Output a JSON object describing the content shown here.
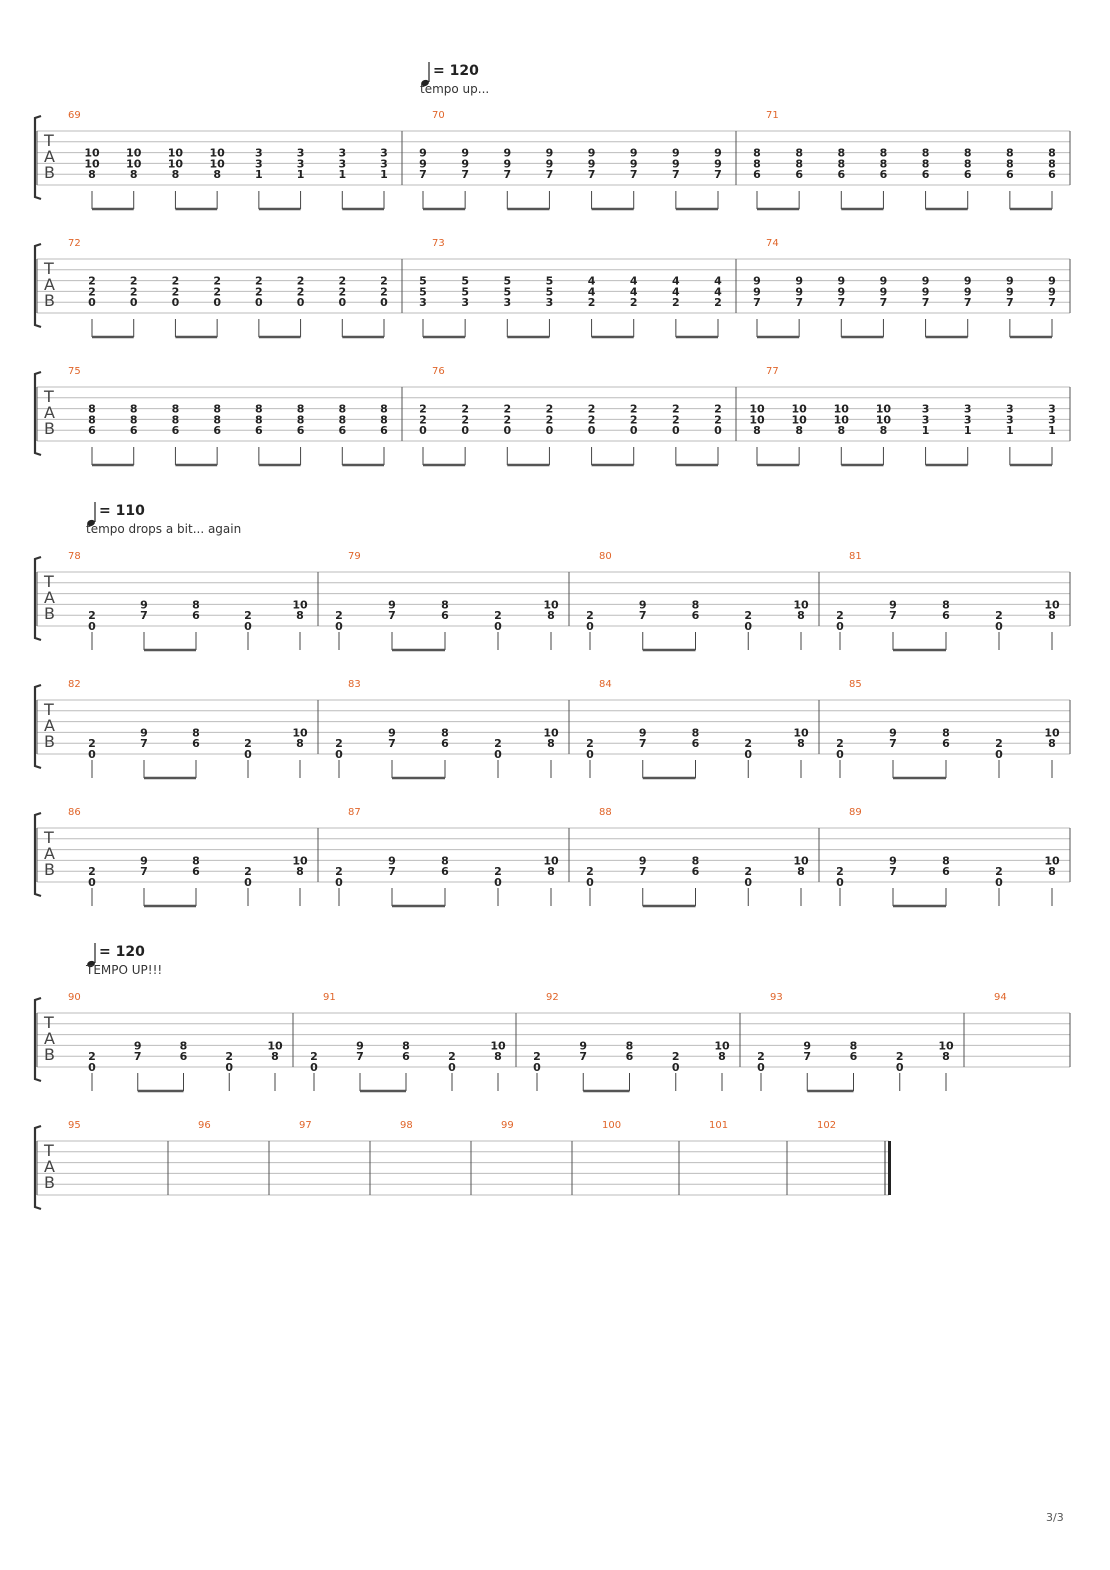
{
  "tempo_markings": [
    {
      "bpm": "= 120",
      "text": "tempo up..."
    },
    {
      "bpm": "= 110",
      "text": "tempo drops a bit... again"
    },
    {
      "bpm": "= 120",
      "text": "TEMPO UP!!!"
    }
  ],
  "tab_clef": [
    "T",
    "A",
    "B"
  ],
  "systems": [
    {
      "measures": [
        {
          "number": "69",
          "chords": [
            [
              "10",
              "10",
              "8"
            ],
            [
              "10",
              "10",
              "8"
            ],
            [
              "10",
              "10",
              "8"
            ],
            [
              "10",
              "10",
              "8"
            ],
            [
              "3",
              "3",
              "1"
            ],
            [
              "3",
              "3",
              "1"
            ],
            [
              "3",
              "3",
              "1"
            ],
            [
              "3",
              "3",
              "1"
            ]
          ]
        },
        {
          "number": "70",
          "chords": [
            [
              "9",
              "9",
              "7"
            ],
            [
              "9",
              "9",
              "7"
            ],
            [
              "9",
              "9",
              "7"
            ],
            [
              "9",
              "9",
              "7"
            ],
            [
              "9",
              "9",
              "7"
            ],
            [
              "9",
              "9",
              "7"
            ],
            [
              "9",
              "9",
              "7"
            ],
            [
              "9",
              "9",
              "7"
            ]
          ]
        },
        {
          "number": "71",
          "chords": [
            [
              "8",
              "8",
              "6"
            ],
            [
              "8",
              "8",
              "6"
            ],
            [
              "8",
              "8",
              "6"
            ],
            [
              "8",
              "8",
              "6"
            ],
            [
              "8",
              "8",
              "6"
            ],
            [
              "8",
              "8",
              "6"
            ],
            [
              "8",
              "8",
              "6"
            ],
            [
              "8",
              "8",
              "6"
            ]
          ]
        }
      ]
    },
    {
      "measures": [
        {
          "number": "72",
          "chords": [
            [
              "2",
              "2",
              "0"
            ],
            [
              "2",
              "2",
              "0"
            ],
            [
              "2",
              "2",
              "0"
            ],
            [
              "2",
              "2",
              "0"
            ],
            [
              "2",
              "2",
              "0"
            ],
            [
              "2",
              "2",
              "0"
            ],
            [
              "2",
              "2",
              "0"
            ],
            [
              "2",
              "2",
              "0"
            ]
          ]
        },
        {
          "number": "73",
          "chords": [
            [
              "5",
              "5",
              "3"
            ],
            [
              "5",
              "5",
              "3"
            ],
            [
              "5",
              "5",
              "3"
            ],
            [
              "5",
              "5",
              "3"
            ],
            [
              "4",
              "4",
              "2"
            ],
            [
              "4",
              "4",
              "2"
            ],
            [
              "4",
              "4",
              "2"
            ],
            [
              "4",
              "4",
              "2"
            ]
          ]
        },
        {
          "number": "74",
          "chords": [
            [
              "9",
              "9",
              "7"
            ],
            [
              "9",
              "9",
              "7"
            ],
            [
              "9",
              "9",
              "7"
            ],
            [
              "9",
              "9",
              "7"
            ],
            [
              "9",
              "9",
              "7"
            ],
            [
              "9",
              "9",
              "7"
            ],
            [
              "9",
              "9",
              "7"
            ],
            [
              "9",
              "9",
              "7"
            ]
          ]
        }
      ]
    },
    {
      "measures": [
        {
          "number": "75",
          "chords": [
            [
              "8",
              "8",
              "6"
            ],
            [
              "8",
              "8",
              "6"
            ],
            [
              "8",
              "8",
              "6"
            ],
            [
              "8",
              "8",
              "6"
            ],
            [
              "8",
              "8",
              "6"
            ],
            [
              "8",
              "8",
              "6"
            ],
            [
              "8",
              "8",
              "6"
            ],
            [
              "8",
              "8",
              "6"
            ]
          ]
        },
        {
          "number": "76",
          "chords": [
            [
              "2",
              "2",
              "0"
            ],
            [
              "2",
              "2",
              "0"
            ],
            [
              "2",
              "2",
              "0"
            ],
            [
              "2",
              "2",
              "0"
            ],
            [
              "2",
              "2",
              "0"
            ],
            [
              "2",
              "2",
              "0"
            ],
            [
              "2",
              "2",
              "0"
            ],
            [
              "2",
              "2",
              "0"
            ]
          ]
        },
        {
          "number": "77",
          "chords": [
            [
              "10",
              "10",
              "8"
            ],
            [
              "10",
              "10",
              "8"
            ],
            [
              "10",
              "10",
              "8"
            ],
            [
              "10",
              "10",
              "8"
            ],
            [
              "3",
              "3",
              "1"
            ],
            [
              "3",
              "3",
              "1"
            ],
            [
              "3",
              "3",
              "1"
            ],
            [
              "3",
              "3",
              "1"
            ]
          ]
        }
      ]
    },
    {
      "measures": [
        {
          "number": "78",
          "chords": [
            [
              "",
              "2",
              "0"
            ],
            [
              "9",
              "7",
              ""
            ],
            [
              "8",
              "6",
              ""
            ],
            [
              "",
              "2",
              "0"
            ],
            [
              "10",
              "8",
              ""
            ]
          ]
        },
        {
          "number": "79",
          "chords": [
            [
              "",
              "2",
              "0"
            ],
            [
              "9",
              "7",
              ""
            ],
            [
              "8",
              "6",
              ""
            ],
            [
              "",
              "2",
              "0"
            ],
            [
              "10",
              "8",
              ""
            ]
          ]
        },
        {
          "number": "80",
          "chords": [
            [
              "",
              "2",
              "0"
            ],
            [
              "9",
              "7",
              ""
            ],
            [
              "8",
              "6",
              ""
            ],
            [
              "",
              "2",
              "0"
            ],
            [
              "10",
              "8",
              ""
            ]
          ]
        },
        {
          "number": "81",
          "chords": [
            [
              "",
              "2",
              "0"
            ],
            [
              "9",
              "7",
              ""
            ],
            [
              "8",
              "6",
              ""
            ],
            [
              "",
              "2",
              "0"
            ],
            [
              "10",
              "8",
              ""
            ]
          ]
        }
      ]
    },
    {
      "measures": [
        {
          "number": "82",
          "chords": [
            [
              "",
              "2",
              "0"
            ],
            [
              "9",
              "7",
              ""
            ],
            [
              "8",
              "6",
              ""
            ],
            [
              "",
              "2",
              "0"
            ],
            [
              "10",
              "8",
              ""
            ]
          ]
        },
        {
          "number": "83",
          "chords": [
            [
              "",
              "2",
              "0"
            ],
            [
              "9",
              "7",
              ""
            ],
            [
              "8",
              "6",
              ""
            ],
            [
              "",
              "2",
              "0"
            ],
            [
              "10",
              "8",
              ""
            ]
          ]
        },
        {
          "number": "84",
          "chords": [
            [
              "",
              "2",
              "0"
            ],
            [
              "9",
              "7",
              ""
            ],
            [
              "8",
              "6",
              ""
            ],
            [
              "",
              "2",
              "0"
            ],
            [
              "10",
              "8",
              ""
            ]
          ]
        },
        {
          "number": "85",
          "chords": [
            [
              "",
              "2",
              "0"
            ],
            [
              "9",
              "7",
              ""
            ],
            [
              "8",
              "6",
              ""
            ],
            [
              "",
              "2",
              "0"
            ],
            [
              "10",
              "8",
              ""
            ]
          ]
        }
      ]
    },
    {
      "measures": [
        {
          "number": "86",
          "chords": [
            [
              "",
              "2",
              "0"
            ],
            [
              "9",
              "7",
              ""
            ],
            [
              "8",
              "6",
              ""
            ],
            [
              "",
              "2",
              "0"
            ],
            [
              "10",
              "8",
              ""
            ]
          ]
        },
        {
          "number": "87",
          "chords": [
            [
              "",
              "2",
              "0"
            ],
            [
              "9",
              "7",
              ""
            ],
            [
              "8",
              "6",
              ""
            ],
            [
              "",
              "2",
              "0"
            ],
            [
              "10",
              "8",
              ""
            ]
          ]
        },
        {
          "number": "88",
          "chords": [
            [
              "",
              "2",
              "0"
            ],
            [
              "9",
              "7",
              ""
            ],
            [
              "8",
              "6",
              ""
            ],
            [
              "",
              "2",
              "0"
            ],
            [
              "10",
              "8",
              ""
            ]
          ]
        },
        {
          "number": "89",
          "chords": [
            [
              "",
              "2",
              "0"
            ],
            [
              "9",
              "7",
              ""
            ],
            [
              "8",
              "6",
              ""
            ],
            [
              "",
              "2",
              "0"
            ],
            [
              "10",
              "8",
              ""
            ]
          ]
        }
      ]
    },
    {
      "measures": [
        {
          "number": "90",
          "chords": [
            [
              "",
              "2",
              "0"
            ],
            [
              "9",
              "7",
              ""
            ],
            [
              "8",
              "6",
              ""
            ],
            [
              "",
              "2",
              "0"
            ],
            [
              "10",
              "8",
              ""
            ]
          ]
        },
        {
          "number": "91",
          "chords": [
            [
              "",
              "2",
              "0"
            ],
            [
              "9",
              "7",
              ""
            ],
            [
              "8",
              "6",
              ""
            ],
            [
              "",
              "2",
              "0"
            ],
            [
              "10",
              "8",
              ""
            ]
          ]
        },
        {
          "number": "92",
          "chords": [
            [
              "",
              "2",
              "0"
            ],
            [
              "9",
              "7",
              ""
            ],
            [
              "8",
              "6",
              ""
            ],
            [
              "",
              "2",
              "0"
            ],
            [
              "10",
              "8",
              ""
            ]
          ]
        },
        {
          "number": "93",
          "chords": [
            [
              "",
              "2",
              "0"
            ],
            [
              "9",
              "7",
              ""
            ],
            [
              "8",
              "6",
              ""
            ],
            [
              "",
              "2",
              "0"
            ],
            [
              "10",
              "8",
              ""
            ]
          ]
        },
        {
          "number": "94",
          "chords": []
        }
      ]
    },
    {
      "measures": [
        {
          "number": "95",
          "chords": []
        },
        {
          "number": "96",
          "chords": []
        },
        {
          "number": "97",
          "chords": []
        },
        {
          "number": "98",
          "chords": []
        },
        {
          "number": "99",
          "chords": []
        },
        {
          "number": "100",
          "chords": []
        },
        {
          "number": "101",
          "chords": []
        },
        {
          "number": "102",
          "chords": []
        }
      ]
    }
  ],
  "page_number": "3/3",
  "colors": {
    "measure_number": "#e0652a",
    "staff_line": "#bbbbbb",
    "text": "#222222"
  }
}
